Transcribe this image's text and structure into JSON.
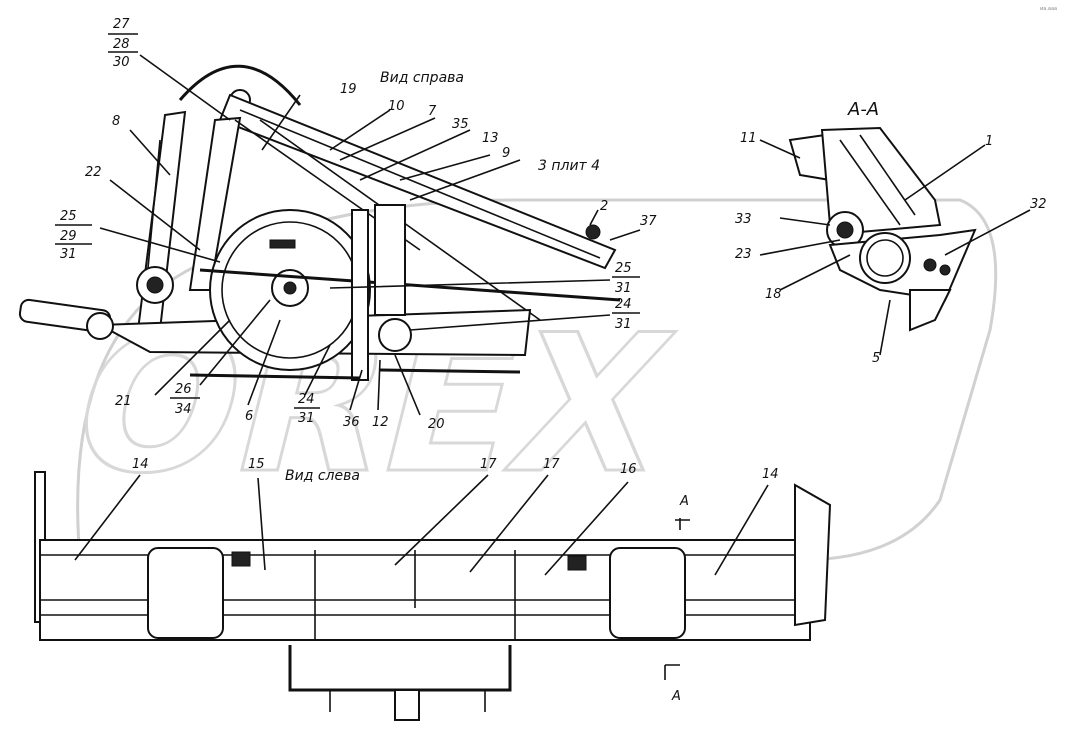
{
  "corner_mark": "иа.ааа",
  "view_headings": {
    "right": "Вид справа",
    "left": "Вид слева",
    "section": "А-А"
  },
  "side_labels": [
    "27",
    "28",
    "30",
    "8",
    "22",
    "25",
    "29",
    "31",
    "19",
    "10",
    "7",
    "35",
    "13",
    "9",
    "3 плит 4",
    "2",
    "37",
    "25",
    "31",
    "24",
    "31",
    "21",
    "26",
    "34",
    "6",
    "24",
    "31",
    "36",
    "12",
    "20"
  ],
  "section_labels": [
    "11",
    "1",
    "33",
    "32",
    "23",
    "18",
    "5"
  ],
  "bottom_labels": [
    "14",
    "15",
    "17",
    "17",
    "16",
    "14"
  ],
  "section_marks": [
    "А",
    "А"
  ]
}
